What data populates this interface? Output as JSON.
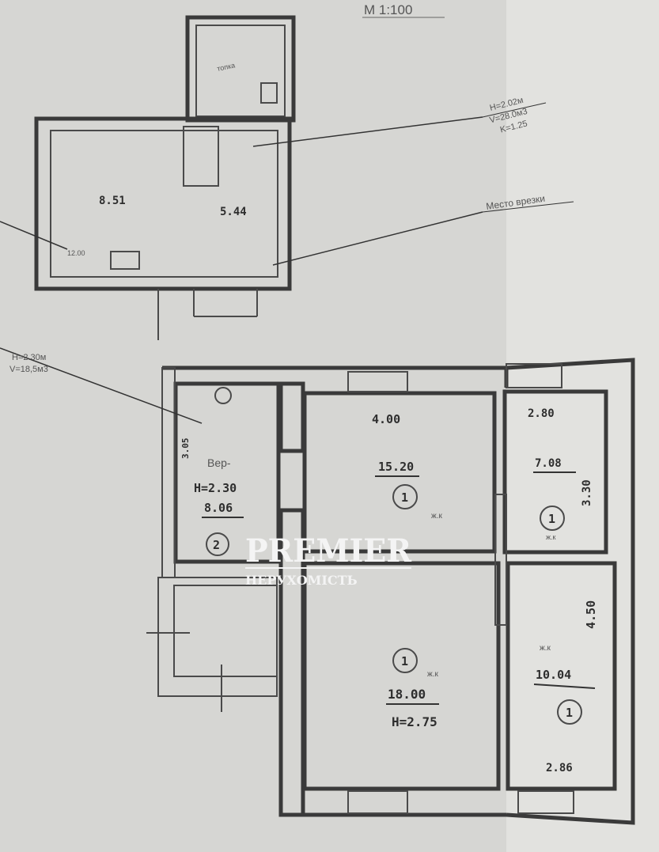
{
  "scale": "М 1:100",
  "annex": {
    "callout_height": "H=2.02м",
    "callout_volume": "V=28.0м3",
    "callout_k": "K=1.25",
    "tie_in_label": "Место врезки",
    "room_area_left": "8.51",
    "room_area_right": "5.44",
    "pipe_note": "12.00",
    "top_room_note": "топка"
  },
  "main": {
    "callout_height": "H=2.30м",
    "callout_volume": "V=18,5м3",
    "veranda": {
      "name": "Вер-",
      "height": "H=2.30",
      "area": "8.06",
      "width": "3.05",
      "floor": "2"
    },
    "room_north": {
      "width": "4.00",
      "area": "15.20",
      "floor": "1",
      "note": "ж.к"
    },
    "room_ne": {
      "width": "2.80",
      "area": "7.08",
      "length": "3.30",
      "floor": "1",
      "note": "ж.к"
    },
    "room_south": {
      "area": "18.00",
      "height": "H=2.75",
      "floor": "1",
      "note": "ж.к"
    },
    "room_se": {
      "area": "10.04",
      "length": "4.50",
      "width": "2.86",
      "floor": "1",
      "note": "ж.к"
    }
  },
  "watermark": {
    "brand": "PREMIER",
    "subtitle": "НЕРУХОМІСТЬ"
  }
}
